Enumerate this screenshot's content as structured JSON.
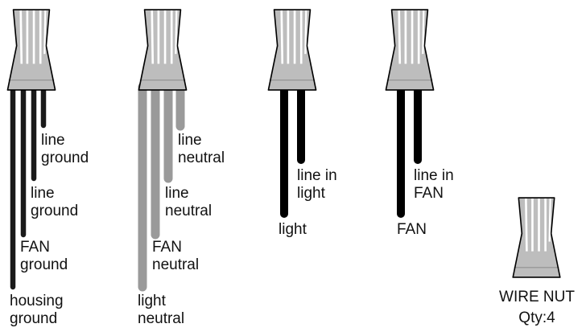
{
  "colors": {
    "ground_wire": "#1a1a1a",
    "neutral_wire": "#9a9a9a",
    "hot_wire": "#000000",
    "nut_fill": "#bdbdbd",
    "nut_stroke": "#000000"
  },
  "icons": {
    "nut": "wire-nut-icon"
  },
  "groups": {
    "ground": {
      "wires": [
        {
          "lines": [
            "line",
            "ground"
          ]
        },
        {
          "lines": [
            "line",
            "ground"
          ]
        },
        {
          "lines": [
            "FAN",
            "ground"
          ]
        },
        {
          "lines": [
            "housing",
            "ground"
          ]
        }
      ]
    },
    "neutral": {
      "wires": [
        {
          "lines": [
            "line",
            "neutral"
          ]
        },
        {
          "lines": [
            "line",
            "neutral"
          ]
        },
        {
          "lines": [
            "FAN",
            "neutral"
          ]
        },
        {
          "lines": [
            "light",
            "neutral"
          ]
        }
      ]
    },
    "light": {
      "wires": [
        {
          "lines": [
            "line in",
            "light"
          ]
        },
        {
          "lines": [
            "light"
          ]
        }
      ]
    },
    "fan": {
      "wires": [
        {
          "lines": [
            "line in",
            "FAN"
          ]
        },
        {
          "lines": [
            "FAN"
          ]
        }
      ]
    }
  },
  "legend": {
    "title": "WIRE NUT",
    "qty": "Qty:4"
  }
}
